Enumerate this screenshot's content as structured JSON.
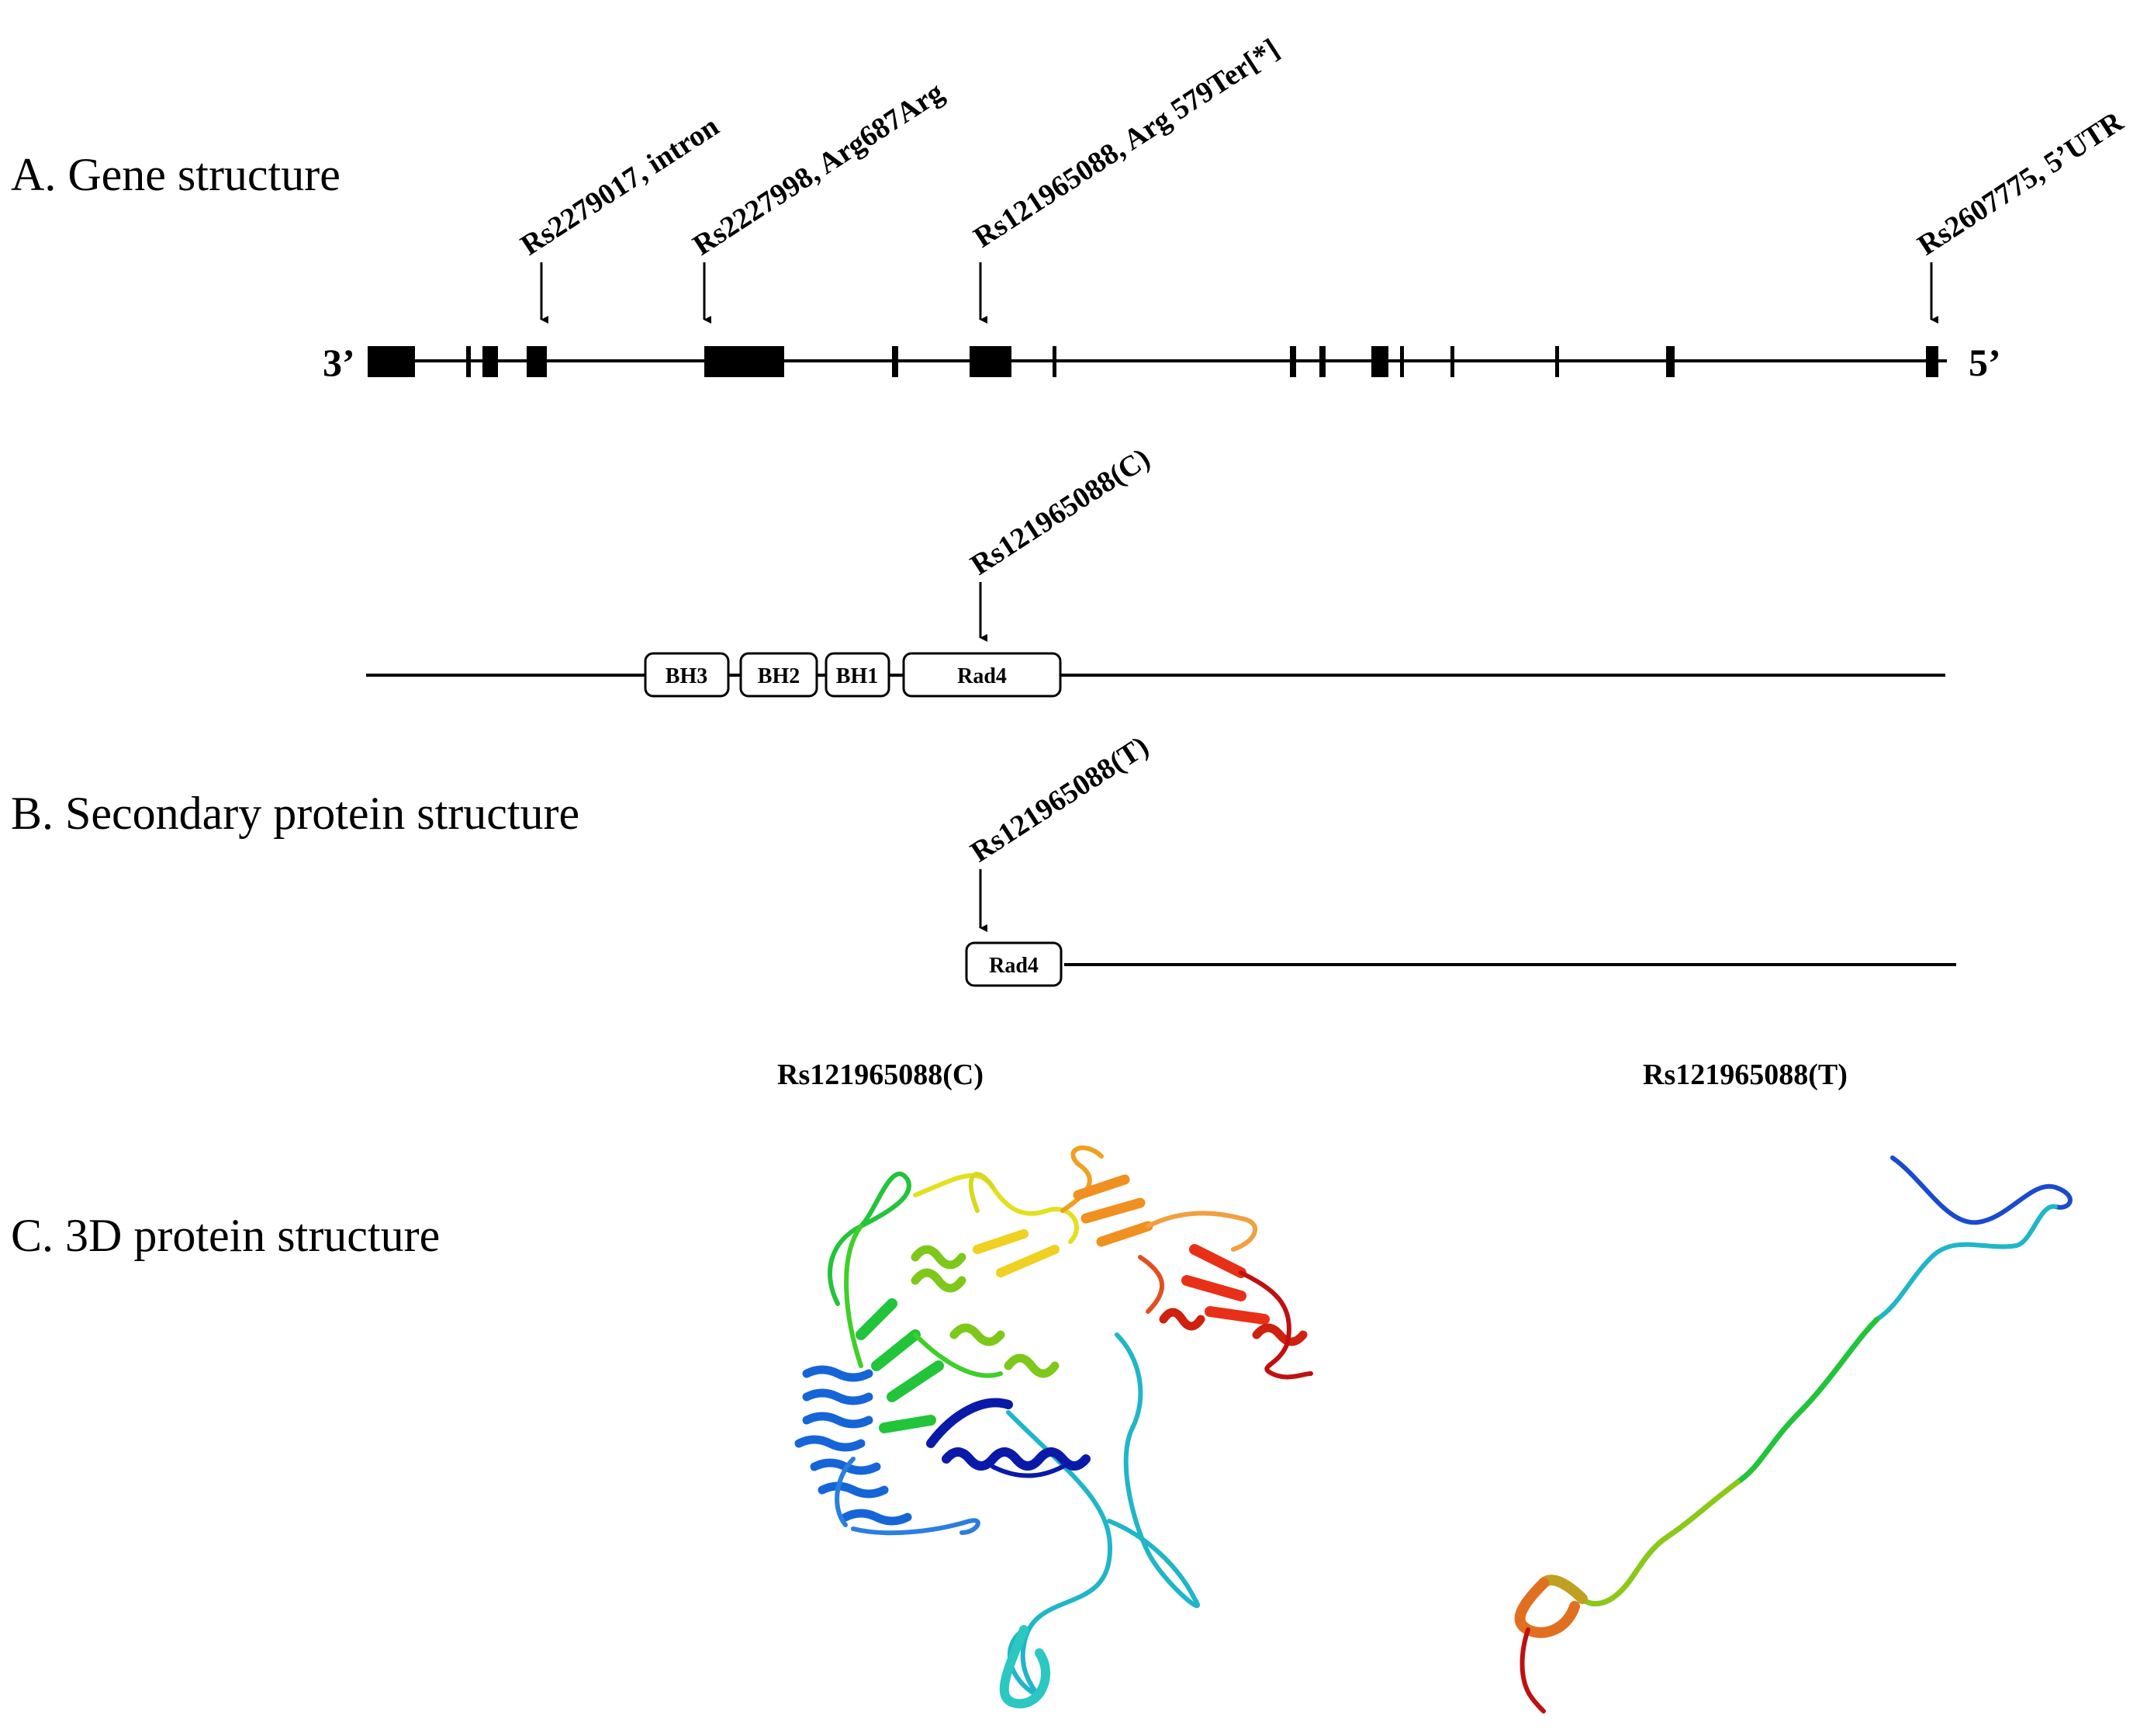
{
  "sections": {
    "a": "A. Gene structure",
    "b": "B. Secondary protein structure",
    "c": "C. 3D protein structure"
  },
  "gene": {
    "left_end": "3’",
    "right_end": "5’",
    "snps": [
      {
        "label": "Rs2279017, intron"
      },
      {
        "label": "Rs2227998, Arg687Arg"
      },
      {
        "label": "Rs121965088, Arg 579Ter[*]"
      },
      {
        "label": "Rs2607775, 5’UTR"
      }
    ]
  },
  "protein": {
    "wild_label": "Rs121965088(C)",
    "mutant_label": "Rs121965088(T)",
    "wild_domains": [
      "BH3",
      "BH2",
      "BH1",
      "Rad4"
    ],
    "mutant_domains": [
      "Rad4"
    ]
  },
  "structures": {
    "wild_title": "Rs121965088(C)",
    "mutant_title": "Rs121965088(T)"
  },
  "colors": {
    "line": "#000000",
    "rainbow": [
      "#0a1aa8",
      "#1565d8",
      "#1fb6c8",
      "#22c43a",
      "#b8d61a",
      "#f0d020",
      "#f09020",
      "#e83018",
      "#c01010"
    ]
  }
}
